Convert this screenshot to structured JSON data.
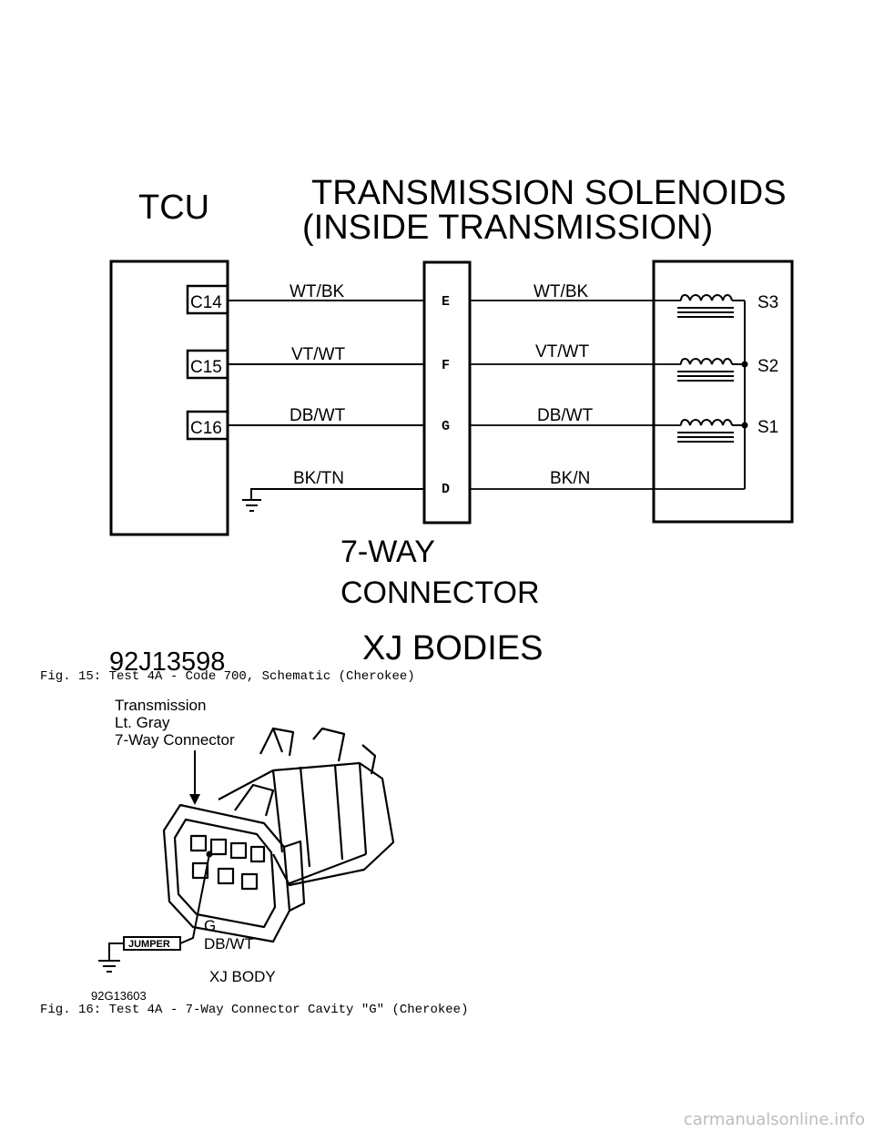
{
  "fig15": {
    "tcu": "TCU",
    "solenoids_title_1": "TRANSMISSION SOLENOIDS",
    "solenoids_title_2": "(INSIDE TRANSMISSION)",
    "pins": [
      "C14",
      "C15",
      "C16"
    ],
    "left_wires": [
      "WT/BK",
      "VT/WT",
      "DB/WT",
      "BK/TN"
    ],
    "cavities": [
      "E",
      "F",
      "G",
      "D"
    ],
    "right_wires": [
      "WT/BK",
      "VT/WT",
      "DB/WT",
      "BK/N"
    ],
    "solenoids": [
      "S3",
      "S2",
      "S1"
    ],
    "connector_1": "7-WAY",
    "connector_2": "CONNECTOR",
    "bodies": "XJ BODIES",
    "figure_id": "92J13598",
    "caption": "Fig. 15:  Test 4A - Code 700, Schematic (Cherokee)"
  },
  "fig16": {
    "label_1": "Transmission",
    "label_2": "Lt. Gray",
    "label_3": "7-Way Connector",
    "jumper": "JUMPER",
    "cavity": "G",
    "wire": "DB/WT",
    "body": "XJ BODY",
    "figure_id": "92G13603",
    "caption": "Fig. 16:  Test 4A - 7-Way Connector Cavity \"G\" (Cherokee)"
  },
  "watermark": "carmanualsonline.info"
}
